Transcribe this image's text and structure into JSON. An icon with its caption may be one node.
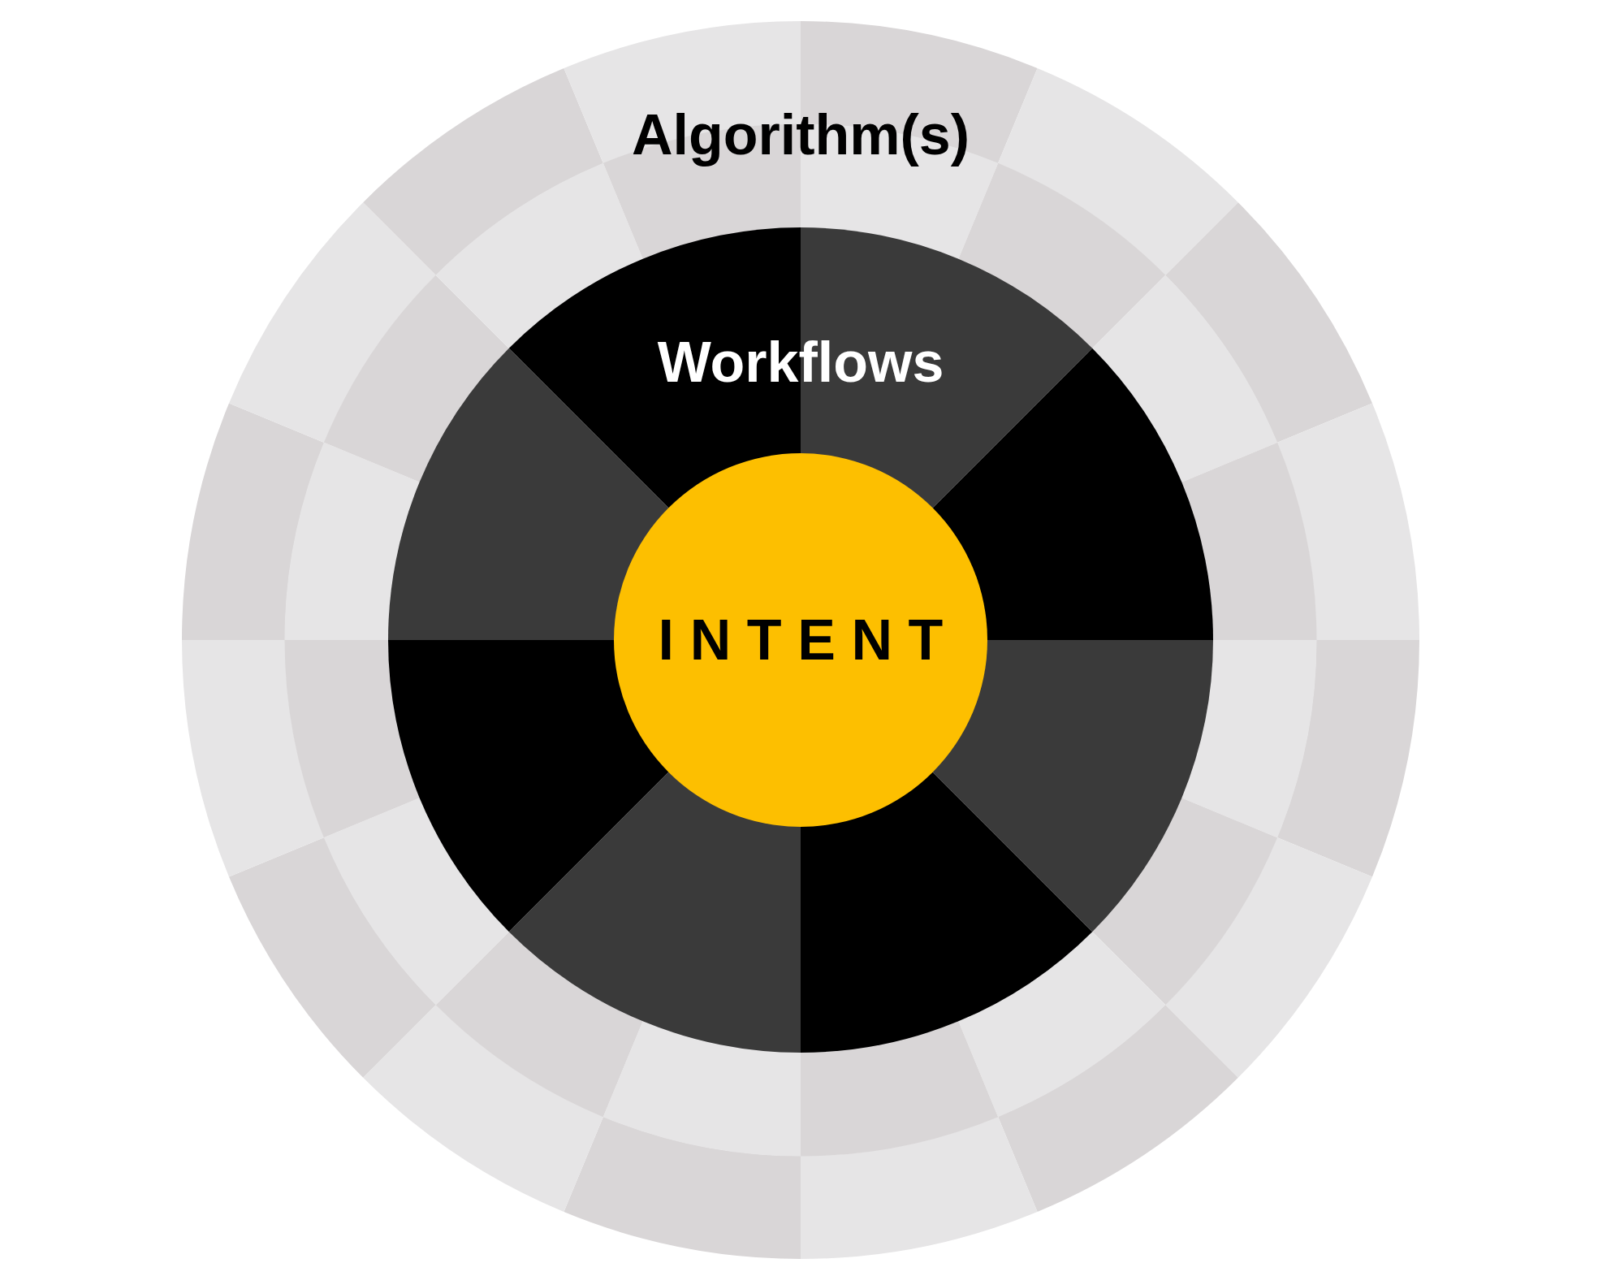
{
  "diagram": {
    "nodes": [
      {
        "text": [
          "Algorithm(s)"
        ]
      },
      {
        "text": [
          "Workflows"
        ],
        "in": 0
      },
      {
        "text": [
          "INTENT"
        ],
        "in": 1
      }
    ]
  }
}
